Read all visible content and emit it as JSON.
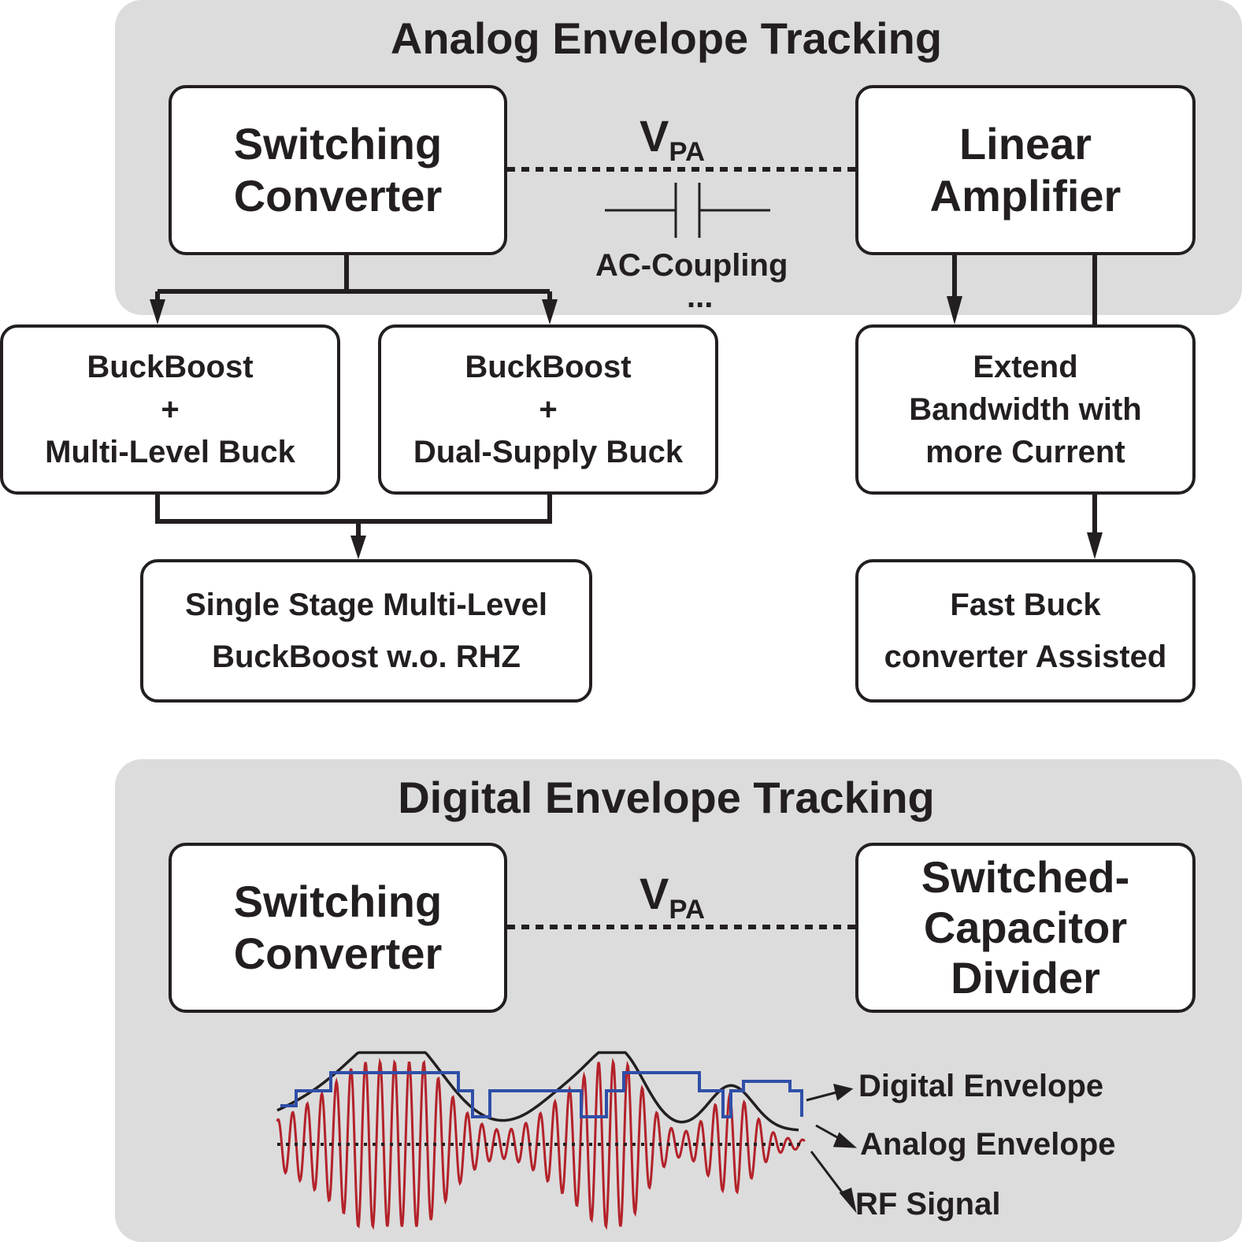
{
  "analog": {
    "title": "Analog Envelope Tracking",
    "switching_converter": [
      "Switching",
      "Converter"
    ],
    "linear_amplifier": [
      "Linear",
      "Amplifier"
    ],
    "vpa_main": "V",
    "vpa_sub": "PA",
    "ac_coupling": "AC-Coupling",
    "ellipsis": "...",
    "box_bb_mlb": [
      "BuckBoost",
      "+",
      "Multi-Level Buck"
    ],
    "box_bb_dsb": [
      "BuckBoost",
      "+",
      "Dual-Supply Buck"
    ],
    "box_single_stage": [
      "Single Stage Multi-Level",
      "BuckBoost w.o. RHZ"
    ],
    "box_extend_bw": [
      "Extend",
      "Bandwidth with",
      "more Current"
    ],
    "box_fast_buck": [
      "Fast Buck",
      "converter Assisted"
    ]
  },
  "digital": {
    "title": "Digital Envelope Tracking",
    "switching_converter": [
      "Switching",
      "Converter"
    ],
    "sc_divider": [
      "Switched-",
      "Capacitor",
      "Divider"
    ],
    "vpa_main": "V",
    "vpa_sub": "PA",
    "legend": {
      "digital_envelope": "Digital Envelope",
      "analog_envelope": "Analog Envelope",
      "rf_signal": "RF Signal"
    }
  },
  "colors": {
    "panel": "#dcdcdc",
    "ink": "#231f20",
    "digital_envelope": "#2f4fa8",
    "rf_signal": "#b3222a",
    "analog_envelope": "#231f20"
  }
}
